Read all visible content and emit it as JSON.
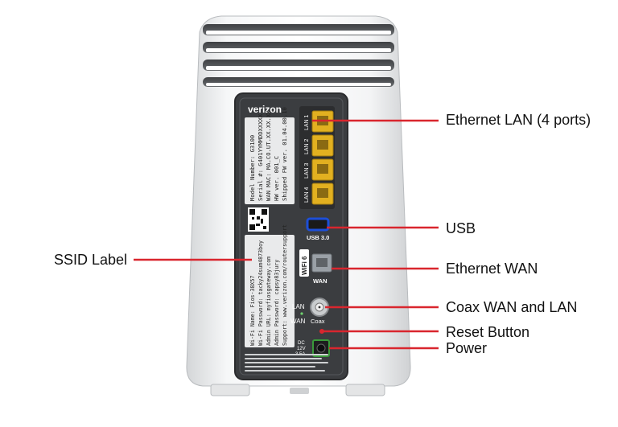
{
  "device": {
    "brand": "verizon",
    "port_tags": [
      "LAN 1",
      "LAN 2",
      "LAN 3",
      "LAN 4"
    ],
    "usb_tag": "USB 3.0",
    "wifi_badge": "WiFi 6",
    "wan_tag": "WAN",
    "lan_indicator": "LAN",
    "wan_indicator": "WAN",
    "coax_tag": "Coax",
    "power_tag_lines": [
      "DC",
      "12V",
      "3.5A"
    ],
    "label_sticker_lines": [
      "Model Number: G3100",
      "Serial #: G401YYMMDDXXXXX",
      "WAN MAC: MA.CO.UT.XX.XX.XX",
      "HW ver. 001_C",
      "Shipped FW ver. 01.04.00.10"
    ],
    "ssid_sticker_lines": [
      "Wi-Fi Name: Fios-38X57",
      "Wi-Fi Password: tacky24sum4873boy",
      "Admin URL: myfiosgateway.com",
      "Admin Password: capsy83jury",
      "Support: www.verizon.com/routersupport"
    ]
  },
  "callouts": {
    "ethernet_lan": "Ethernet LAN (4 ports)",
    "usb": "USB",
    "ssid_label": "SSID Label",
    "ethernet_wan": "Ethernet WAN",
    "coax": "Coax WAN and LAN",
    "reset": "Reset Button",
    "power": "Power"
  },
  "colors": {
    "callout_line": "#d9262e",
    "port_yellow": "#e2b020",
    "usb_blue": "#1d4fd8",
    "wan_port": "#9aa0a6",
    "power_green": "#3a9a3a",
    "panel_dark": "#3b3d40"
  }
}
